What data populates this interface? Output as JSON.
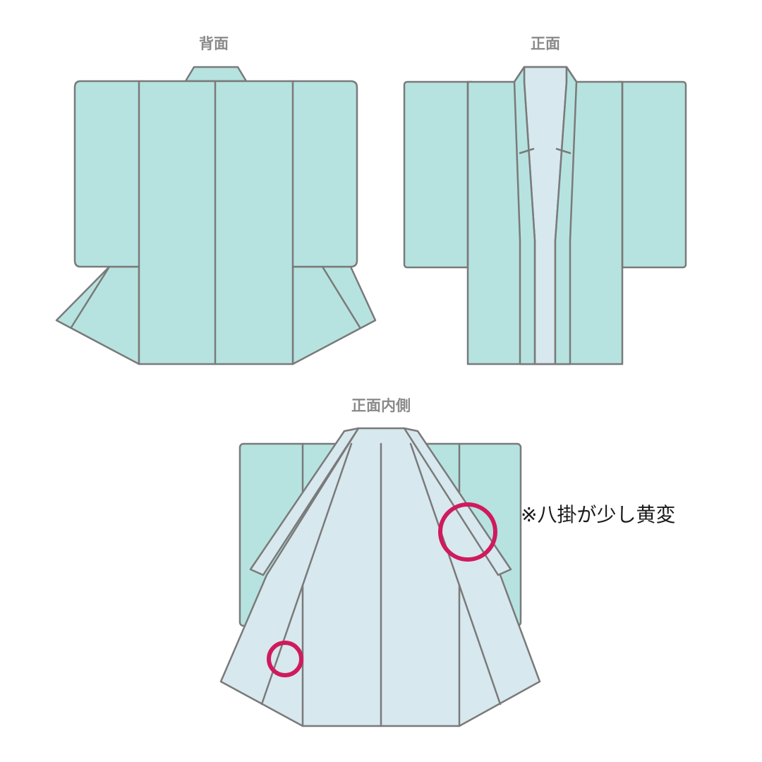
{
  "views": {
    "back": {
      "label": "背面"
    },
    "front": {
      "label": "正面"
    },
    "inside": {
      "label": "正面内側"
    }
  },
  "annotation": {
    "text": "※八掛が少し黄変"
  },
  "colors": {
    "outer_fabric": "#b6e3e0",
    "lining_fabric": "#d7e8ee",
    "outline": "#7a7a7a",
    "defect_marker": "#d01a5e"
  }
}
